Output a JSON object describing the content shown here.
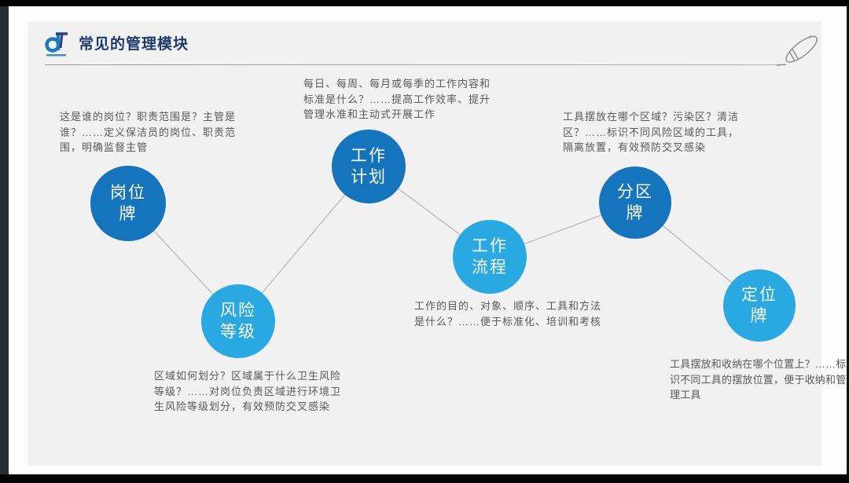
{
  "header": {
    "title": "常见的管理模块",
    "logo_icon": "brand-logo",
    "pen_icon": "pen-icon"
  },
  "diagram": {
    "nodes": [
      {
        "id": "post-board",
        "line1": "岗位",
        "line2": "牌",
        "tone": "dark"
      },
      {
        "id": "work-plan",
        "line1": "工作",
        "line2": "计划",
        "tone": "dark"
      },
      {
        "id": "risk-level",
        "line1": "风险",
        "line2": "等级",
        "tone": "light"
      },
      {
        "id": "work-flow",
        "line1": "工作",
        "line2": "流程",
        "tone": "light"
      },
      {
        "id": "zone-board",
        "line1": "分区",
        "line2": "牌",
        "tone": "dark"
      },
      {
        "id": "locate-board",
        "line1": "定位",
        "line2": "牌",
        "tone": "light"
      }
    ],
    "descriptions": [
      {
        "for": "post-board",
        "text": "这是谁的岗位？职责范围是？主管是谁？……定义保洁员的岗位、职责范围，明确监督主管"
      },
      {
        "for": "work-plan",
        "text": "每日、每周、每月或每季的工作内容和标准是什么？……提高工作效率、提升管理水准和主动式开展工作"
      },
      {
        "for": "zone-board",
        "text": "工具摆放在哪个区域？污染区？清洁区？……标识不同风险区域的工具，隔离放置，有效预防交叉感染"
      },
      {
        "for": "work-flow",
        "text": "工作的目的、对象、顺序、工具和方法是什么？……便于标准化、培训和考核"
      },
      {
        "for": "risk-level",
        "text": "区域如何划分？区域属于什么卫生风险等级？……对岗位负责区域进行环境卫生风险等级划分，有效预防交叉感染"
      },
      {
        "for": "locate-board",
        "text": "工具摆放和收纳在哪个位置上？……标识不同工具的摆放位置，便于收纳和管理工具"
      }
    ]
  },
  "colors": {
    "node_dark": "#1474bc",
    "node_light": "#29a9e1",
    "title_navy": "#1e3a6d",
    "connector_gray": "#b5b5b5",
    "slide_bg": "#f1f1f2",
    "desc_text": "#595959"
  }
}
